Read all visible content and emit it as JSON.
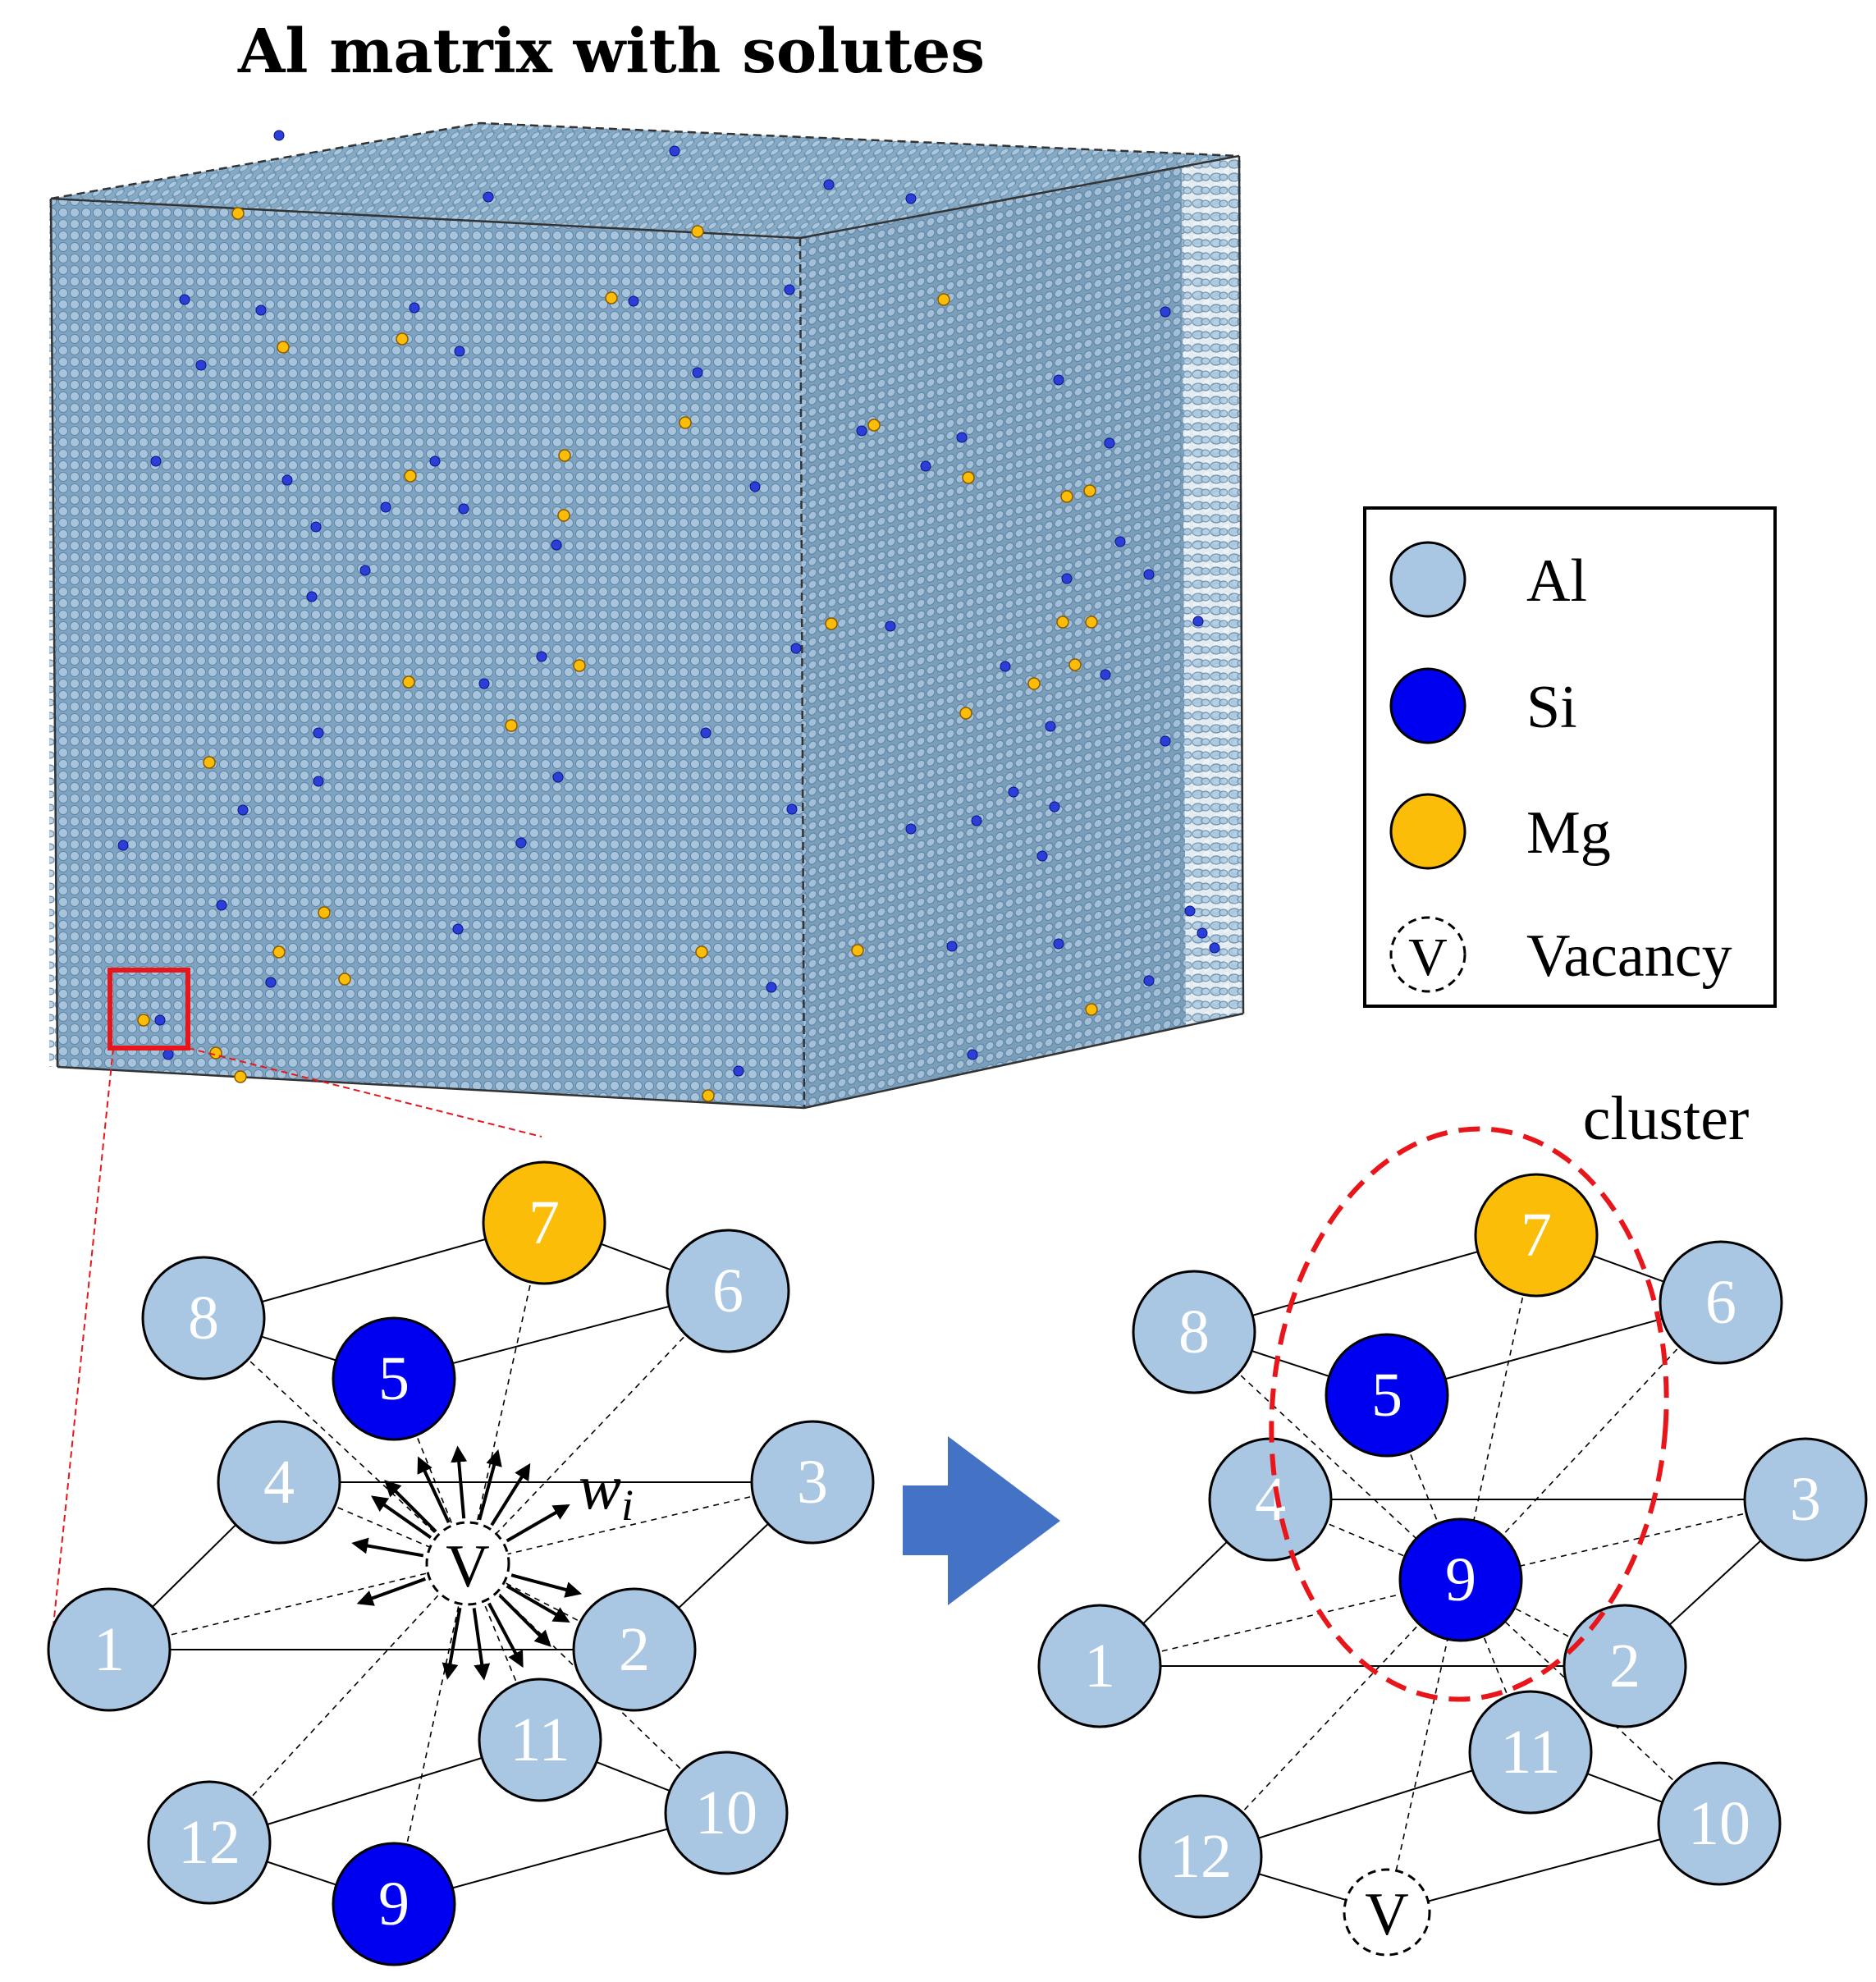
{
  "figure": {
    "title": "Al matrix with solutes",
    "cluster_label": "cluster",
    "weight_label_base": "w",
    "weight_label_sub": "i",
    "vacancy_symbol": "V"
  },
  "legend": {
    "items": [
      {
        "label": "Al",
        "symbol": "al",
        "color": "#a9c6e3"
      },
      {
        "label": "Si",
        "symbol": "si",
        "color": "#0000f0"
      },
      {
        "label": "Mg",
        "symbol": "mg",
        "color": "#fbbd08"
      },
      {
        "label": "Vacancy",
        "symbol": "vacancy",
        "color": "#ffffff"
      }
    ]
  },
  "colors": {
    "al": "#a9c6e3",
    "si": "#0000f0",
    "mg": "#fbbd08",
    "arrow": "#4472c4",
    "highlight": "#e8161b",
    "matrix": "#84a8c4"
  },
  "left_cluster": {
    "atoms": [
      {
        "label": "1",
        "type": "al"
      },
      {
        "label": "2",
        "type": "al"
      },
      {
        "label": "3",
        "type": "al"
      },
      {
        "label": "4",
        "type": "al"
      },
      {
        "label": "5",
        "type": "si"
      },
      {
        "label": "6",
        "type": "al"
      },
      {
        "label": "7",
        "type": "mg"
      },
      {
        "label": "8",
        "type": "al"
      },
      {
        "label": "9",
        "type": "si"
      },
      {
        "label": "10",
        "type": "al"
      },
      {
        "label": "11",
        "type": "al"
      },
      {
        "label": "12",
        "type": "al"
      }
    ],
    "center": "V"
  },
  "right_cluster": {
    "atoms": [
      {
        "label": "1",
        "type": "al"
      },
      {
        "label": "2",
        "type": "al"
      },
      {
        "label": "3",
        "type": "al"
      },
      {
        "label": "4",
        "type": "al"
      },
      {
        "label": "5",
        "type": "si"
      },
      {
        "label": "6",
        "type": "al"
      },
      {
        "label": "7",
        "type": "mg"
      },
      {
        "label": "8",
        "type": "al"
      },
      {
        "label": "9",
        "type": "si"
      },
      {
        "label": "10",
        "type": "al"
      },
      {
        "label": "11",
        "type": "al"
      },
      {
        "label": "12",
        "type": "al"
      }
    ],
    "vacancy": "V"
  }
}
